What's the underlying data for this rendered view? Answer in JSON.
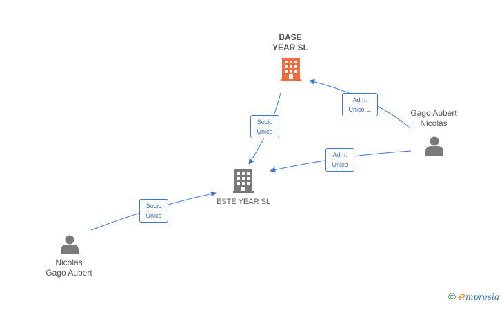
{
  "nodes": {
    "base_year": {
      "lines": [
        "BASE",
        "YEAR  SL"
      ],
      "kind": "company",
      "color": "#f26a3d"
    },
    "este_year": {
      "lines": [
        "ESTE YEAR  SL"
      ],
      "kind": "company",
      "color": "#7a7a7a"
    },
    "gago_aubert": {
      "lines": [
        "Gago Aubert",
        "Nicolas"
      ],
      "kind": "person",
      "color": "#7a7a7a"
    },
    "nicolas_gago": {
      "lines": [
        "Nicolas",
        "Gago Aubert"
      ],
      "kind": "person",
      "color": "#7a7a7a"
    }
  },
  "edges": [
    {
      "from": "base_year",
      "to": "este_year",
      "label": [
        "Socio",
        "Único"
      ]
    },
    {
      "from": "gago_aubert",
      "to": "base_year",
      "label": [
        "Adm.",
        "Unico,..."
      ]
    },
    {
      "from": "gago_aubert",
      "to": "este_year",
      "label": [
        "Adm.",
        "Unico"
      ]
    },
    {
      "from": "nicolas_gago",
      "to": "este_year",
      "label": [
        "Socio",
        "Único"
      ]
    }
  ],
  "colors": {
    "edge": "#3a78d4",
    "edge_label_text": "#3a6fbf",
    "node_text": "#555555",
    "highlight_company": "#f26a3d",
    "default_icon": "#7a7a7a"
  },
  "brand": {
    "copyright_symbol": "©",
    "initial": "e",
    "rest": "mpresia"
  }
}
